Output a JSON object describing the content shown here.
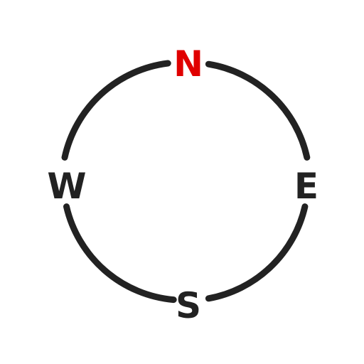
{
  "compass": {
    "labels": {
      "north": "N",
      "east": "E",
      "south": "S",
      "west": "W"
    },
    "colors": {
      "ring": "#222222",
      "north": "#e00000",
      "letters": "#222222",
      "background": "#ffffff"
    }
  }
}
